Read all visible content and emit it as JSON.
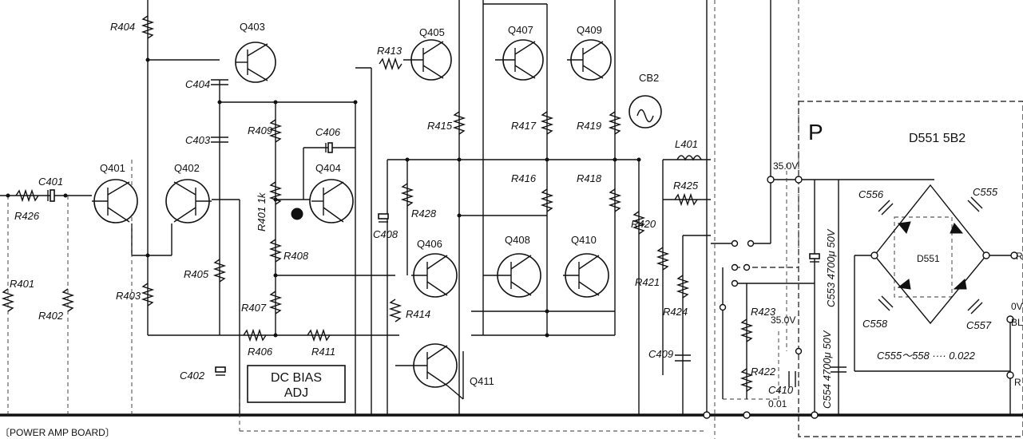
{
  "labels": {
    "R404": "R404",
    "R405": "R405",
    "R403": "R403",
    "R401": "R401",
    "R402": "R402",
    "R426": "R426",
    "R406": "R406",
    "R407": "R407",
    "R408": "R408",
    "R409": "R409",
    "R4011k": "R401 1k",
    "R411": "R411",
    "R413": "R413",
    "R414": "R414",
    "R415": "R415",
    "R416": "R416",
    "R417": "R417",
    "R418": "R418",
    "R419": "R419",
    "R420": "R420",
    "R421": "R421",
    "R422": "R422",
    "R423": "R423",
    "R424": "R424",
    "R425": "R425",
    "R428": "R428",
    "C401": "C401",
    "C402": "C402",
    "C403": "C403",
    "C404": "C404",
    "C406": "C406",
    "C408": "C408",
    "C409": "C409",
    "C410": "C410",
    "C410v": "0.01",
    "L401": "L401",
    "Q401": "Q401",
    "Q402": "Q402",
    "Q403": "Q403",
    "Q404": "Q404",
    "Q405": "Q405",
    "Q406": "Q406",
    "Q407": "Q407",
    "Q408": "Q408",
    "Q409": "Q409",
    "Q410": "Q410",
    "Q411": "Q411",
    "CB2": "CB2",
    "P": "P",
    "D551_5B2": "D551 5B2",
    "D551": "D551",
    "C555": "C555",
    "C556": "C556",
    "C557": "C557",
    "C558": "C558",
    "C553": "C553 4700μ 50V",
    "C554": "C554 4700μ 50V",
    "V35a": "35.0V",
    "V35b": "35.0V",
    "c555range": "C555～558 ···· 0.022",
    "dcbias1": "DC BIAS",
    "dcbias2": "ADJ",
    "board": "〔POWER AMP BOARD〕",
    "edgeR1": "R",
    "edgeOV": "0V",
    "edgeBL": "BL",
    "edgeR2": "R"
  }
}
